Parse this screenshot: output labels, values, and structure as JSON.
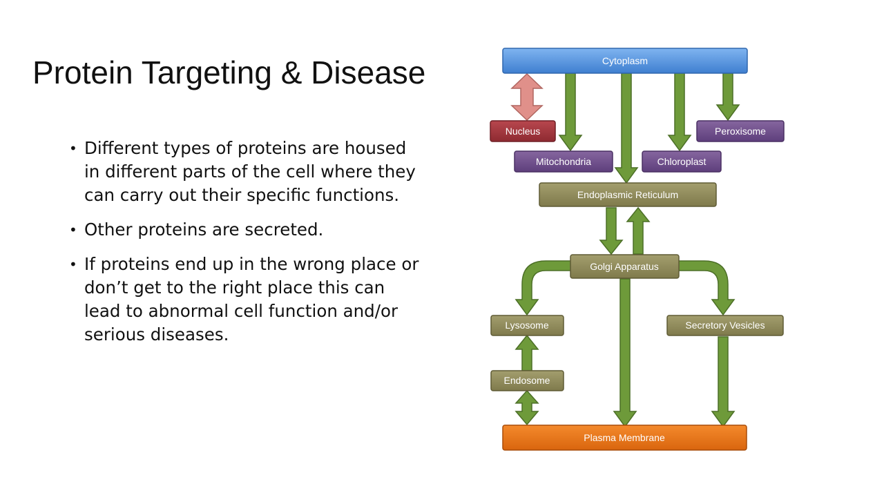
{
  "slide": {
    "title": "Protein Targeting & Disease",
    "bullets": [
      "Different types of proteins are housed in different parts of the cell where they can carry out their specific functions.",
      "Other proteins are secreted.",
      "If proteins end up in the wrong place or don’t get to the right place this can lead to abnormal cell function and/or serious diseases."
    ]
  },
  "diagram": {
    "nodes": {
      "cytoplasm": "Cytoplasm",
      "nucleus": "Nucleus",
      "peroxisome": "Peroxisome",
      "mitochondria": "Mitochondria",
      "chloroplast": "Chloroplast",
      "er": "Endoplasmic Reticulum",
      "golgi": "Golgi Apparatus",
      "lysosome": "Lysosome",
      "secretory": "Secretory Vesicles",
      "endosome": "Endosome",
      "plasma": "Plasma Membrane"
    },
    "colors": {
      "cytoplasm": "#4a90e2",
      "nucleus": "#a3323a",
      "purple": "#6b4a8a",
      "olive": "#8b8656",
      "orange": "#e8751a",
      "arrow_green": "#6e9a3a",
      "arrow_pink": "#e0908a"
    }
  }
}
